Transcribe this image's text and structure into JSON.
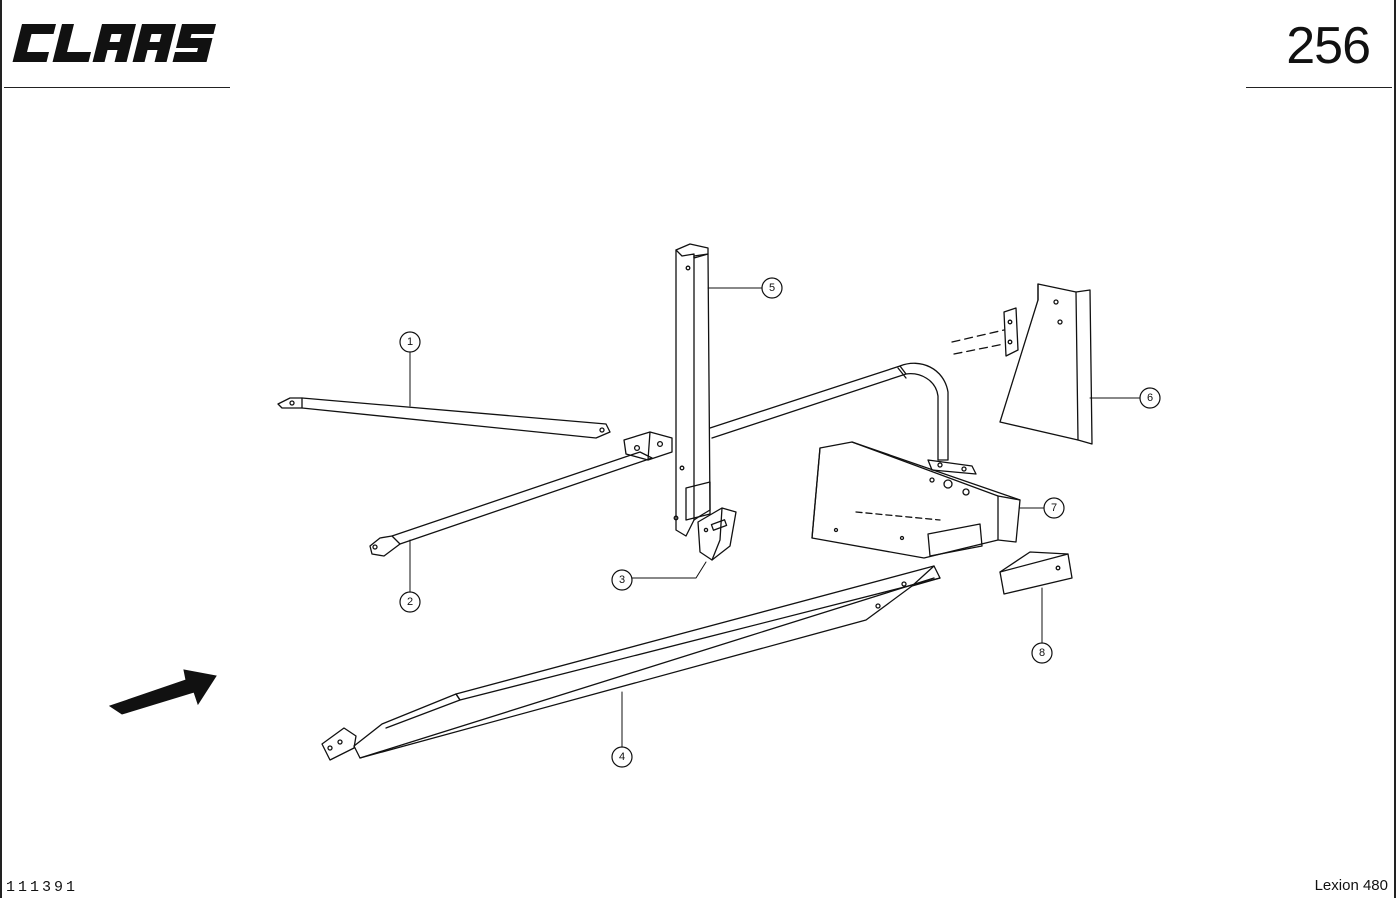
{
  "header": {
    "brand": "CLAAS",
    "page_number": "256"
  },
  "footer": {
    "document_number": "111391",
    "model": "Lexion 480"
  },
  "callouts": [
    {
      "id": "1",
      "label": "1"
    },
    {
      "id": "2",
      "label": "2"
    },
    {
      "id": "3",
      "label": "3"
    },
    {
      "id": "4",
      "label": "4"
    },
    {
      "id": "5",
      "label": "5"
    },
    {
      "id": "6",
      "label": "6"
    },
    {
      "id": "7",
      "label": "7"
    },
    {
      "id": "8",
      "label": "8"
    }
  ],
  "icons": {
    "direction_arrow": "travel-direction-arrow-icon",
    "logo": "claas-logo"
  },
  "colors": {
    "ink": "#111111",
    "paper": "#ffffff"
  }
}
